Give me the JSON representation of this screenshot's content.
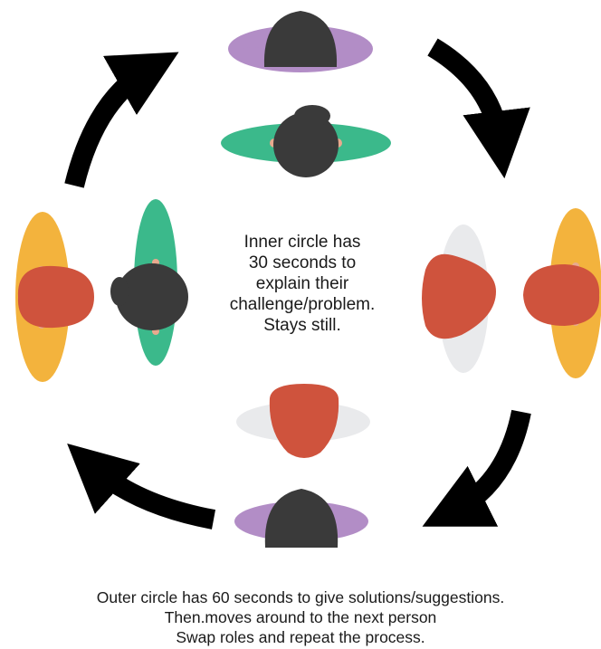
{
  "center_caption": {
    "line1": "Inner circle has",
    "line2": "30 seconds to",
    "line3": "explain their",
    "line4": "challenge/problem.",
    "line5": "Stays still."
  },
  "bottom_caption": {
    "line1": "Outer circle has 60 seconds to give solutions/suggestions.",
    "line2": "Then.moves around to the next person",
    "line3": "Swap roles and repeat the process."
  },
  "colors": {
    "arrow": "#000000",
    "purple": "#b28dc6",
    "green": "#3bb98b",
    "yellow": "#f3b33d",
    "red": "#cf533d",
    "dark_hair": "#3a3a3a",
    "skin": "#e8a98e",
    "light_grey": "#e9eaec"
  },
  "icons": [
    "rotation-arrow",
    "person-topdown"
  ]
}
